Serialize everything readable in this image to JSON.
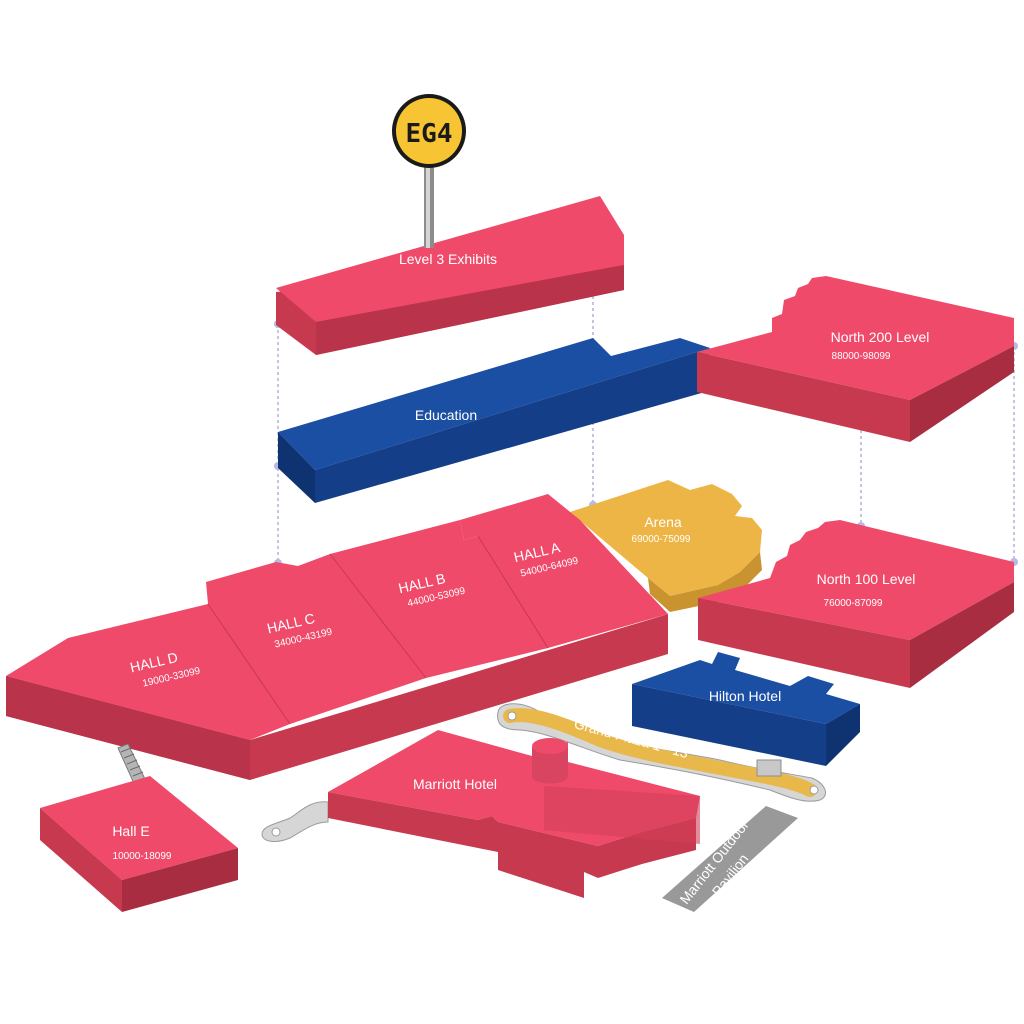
{
  "badge": {
    "text": "EG4"
  },
  "colors": {
    "hall_top": "#ef4a6a",
    "hall_side": "#c7394f",
    "hall_side_dark": "#a92d41",
    "edu_top": "#1b4fa3",
    "edu_side": "#123a7f",
    "arena_top": "#ecb545",
    "arena_side": "#c99330",
    "badge_yellow": "#f7c533",
    "plaza": "#e8b84b",
    "pavilion": "#999999"
  },
  "zones": {
    "level3": {
      "name": "Level 3 Exhibits"
    },
    "education": {
      "name": "Education"
    },
    "north200": {
      "name": "North 200 Level",
      "range": "88000-98099"
    },
    "arena": {
      "name": "Arena",
      "range": "69000-75099"
    },
    "north100": {
      "name": "North 100 Level",
      "range": "76000-87099"
    },
    "hall_a": {
      "name": "HALL A",
      "range": "54000-64099"
    },
    "hall_b": {
      "name": "HALL B",
      "range": "44000-53099"
    },
    "hall_c": {
      "name": "HALL C",
      "range": "34000-43199"
    },
    "hall_d": {
      "name": "HALL D",
      "range": "19000-33099"
    },
    "hilton": {
      "name": "Hilton Hotel"
    },
    "grand_plaza": {
      "name": "Grand Plaza  1 - 13"
    },
    "marriott": {
      "name": "Marriott Hotel"
    },
    "hall_e": {
      "name": "Hall E",
      "range": "10000-18099"
    },
    "pavilion": {
      "name_line1": "Marriott Outdoor",
      "name_line2": "Pavilion"
    }
  }
}
